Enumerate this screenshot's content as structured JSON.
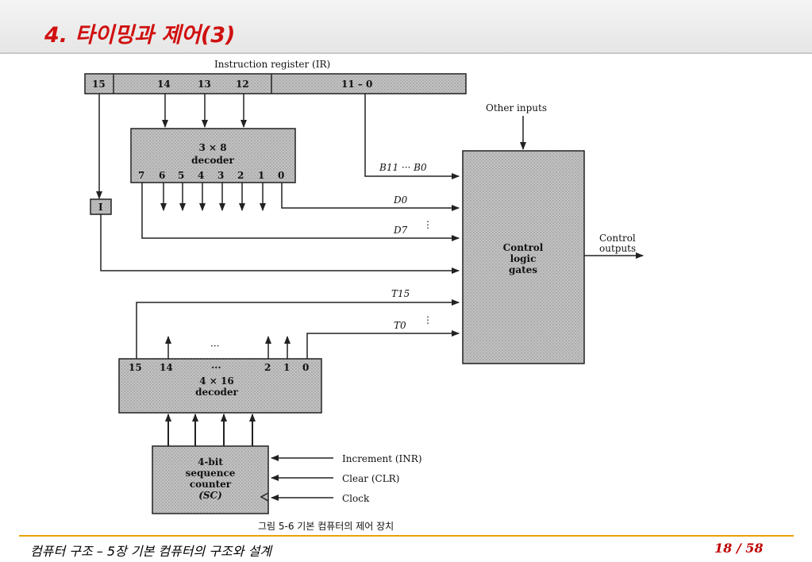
{
  "slide": {
    "title": "4. 타이밍과 제어(3)",
    "footer": "컴퓨터 구조 – 5장 기본 컴퓨터의 구조와 설계",
    "page": "18 / 58"
  },
  "diagram": {
    "ir_title": "Instruction register (IR)",
    "ir_fields": {
      "b15": "15",
      "b14": "14",
      "b13": "13",
      "b12": "12",
      "b11_0": "11 – 0"
    },
    "decoder3x8": {
      "line1": "3 × 8",
      "line2": "decoder",
      "outputs": [
        "7",
        "6",
        "5",
        "4",
        "3",
        "2",
        "1",
        "0"
      ]
    },
    "flipflop": "I",
    "signals": {
      "b11_b0": "B11 ··· B0",
      "d0": "D0",
      "d7": "D7",
      "t15": "T15",
      "t0": "T0",
      "vdots": "⋮",
      "ellipsis": "···"
    },
    "other_inputs": "Other inputs",
    "control_gates": {
      "line1": "Control",
      "line2": "logic",
      "line3": "gates"
    },
    "control_outputs": {
      "line1": "Control",
      "line2": "outputs"
    },
    "decoder4x16": {
      "line1": "4 × 16",
      "line2": "decoder",
      "outputs": [
        "15",
        "14",
        "···",
        "2",
        "1",
        "0"
      ]
    },
    "counter": {
      "line1": "4-bit",
      "line2": "sequence",
      "line3": "counter",
      "line4": "(SC)"
    },
    "counter_inputs": [
      "Increment (INR)",
      "Clear (CLR)",
      "Clock"
    ],
    "caption": "그림 5-6  기본 컴퓨터의 제어 장치"
  },
  "colors": {
    "title": "#d01010",
    "footer_line": "#e8a000",
    "page_number": "#c00000",
    "box_fill": "#bdbdbd"
  }
}
